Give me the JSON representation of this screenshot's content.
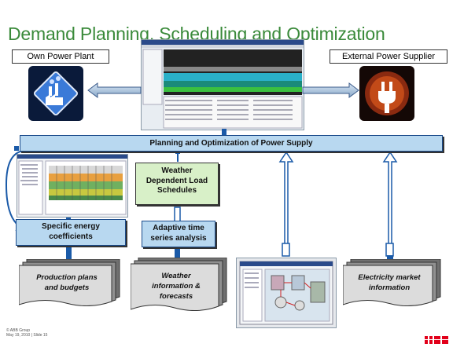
{
  "title": "Demand Planning, Scheduling and Optimization",
  "labels": {
    "own_plant": "Own Power Plant",
    "external_supplier": "External Power Supplier"
  },
  "planning_bar": "Planning and Optimization of Power Supply",
  "boxes": {
    "weather_schedules": [
      "Weather",
      "Dependent Load",
      "Schedules"
    ],
    "adaptive": [
      "Adaptive time",
      "series analysis"
    ],
    "coefficients": [
      "Specific energy",
      "coefficients"
    ]
  },
  "docs": {
    "production": [
      "Production plans",
      "and budgets"
    ],
    "weather": [
      "Weather",
      "information &",
      "forecasts"
    ],
    "market": [
      "Electricity market",
      "information"
    ]
  },
  "footer": [
    "© ABB Group",
    "May 19, 2010 | Slide 15"
  ],
  "colors": {
    "title": "#3a8a3a",
    "bar_fill": "#b8d8f0",
    "box_fill": "#d8f0c8",
    "arrow_blue": "#1a5aa8",
    "logo_red": "#e2001a"
  }
}
